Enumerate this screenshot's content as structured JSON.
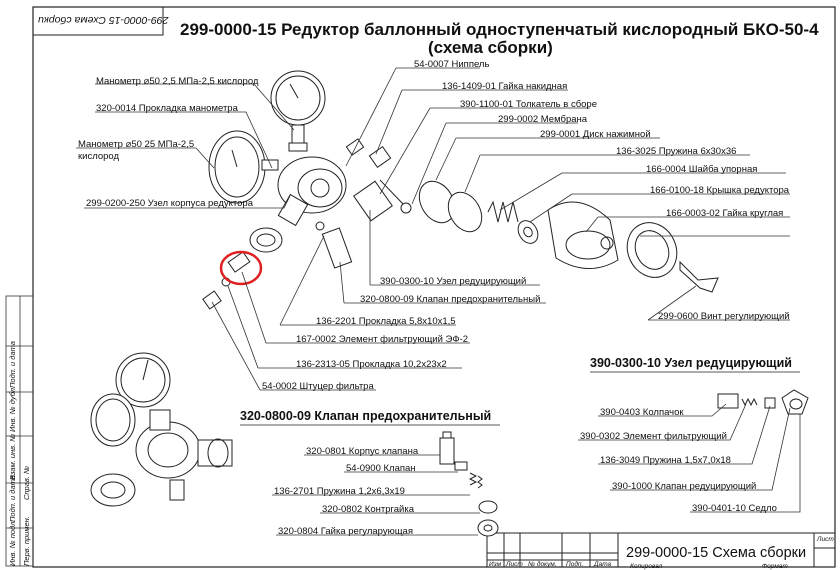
{
  "title": {
    "line1": "299-0000-15 Редуктор баллонный одноступенчатый кислородный БКО-50-4",
    "line2": "(схема сборки)"
  },
  "corner_stamp": "299-0000-15 Схема сборки",
  "main_callouts": {
    "manometer_small": "Манометр ⌀50 2,5 МПа-2,5 кислород",
    "gasket_manometer": "320-0014 Прокладка манометра",
    "manometer_large_1": "Манометр ⌀50 25 МПа-2,5",
    "manometer_large_2": "кислород",
    "body_unit": "299-0200-250 Узел корпуса редуктора",
    "nipple": "54-0007 Ниппель",
    "nut_union": "136-1409-01 Гайка накидная",
    "pusher": "390-1100-01 Толкатель в сборе",
    "membrane": "299-0002 Мембрана",
    "disk": "299-0001 Диск нажимной",
    "spring_main": "136-3025 Пружина 6х30х36",
    "washer": "166-0004 Шайба упорная",
    "cover": "166-0100-18 Крышка редуктора",
    "round_nut": "166-0003-02 Гайка круглая",
    "reducing_unit": "390-0300-10 Узел редуцирующий",
    "safety_valve": "320-0800-09 Клапан предохранительный",
    "adjust_screw": "299-0600 Винт регулирующий",
    "gasket_small": "136-2201 Прокладка 5,8х10х1,5",
    "filter_element": "167-0002 Элемент фильтрующий ЭФ-2",
    "gasket_large": "136-2313-05 Прокладка 10,2х23х2",
    "filter_fitting": "54-0002 Штуцер фильтра"
  },
  "section_valve": {
    "title": "320-0800-09 Клапан предохранительный",
    "items": [
      "320-0801 Корпус клапана",
      "54-0900 Клапан",
      "136-2701 Пружина 1,2х6,3х19",
      "320-0802 Контргайка",
      "320-0804 Гайка регуларующая"
    ]
  },
  "section_reducer": {
    "title": "390-0300-10 Узел редуцирующий",
    "items": [
      "390-0403 Колпачок",
      "390-0302 Элемент фильтрующий",
      "136-3049 Пружина 1,5х7,0х18",
      "390-1000 Клапан редуцирующий",
      "390-0401-10 Седло"
    ]
  },
  "title_block": {
    "name": "299-0000-15 Схема сборки",
    "sheet_label": "Лист",
    "cols": [
      "Изм",
      "Лист",
      "№ докум.",
      "Подп.",
      "Дата"
    ],
    "bottom_left": "Копировал",
    "bottom_right": "Формат"
  },
  "left_margin": [
    "Инв. № подл.",
    "Подп. и дата",
    "Взам. инв. №",
    "Инв. № дубл.",
    "Подп. и дата",
    "Перв. примен.",
    "Справ. №"
  ]
}
